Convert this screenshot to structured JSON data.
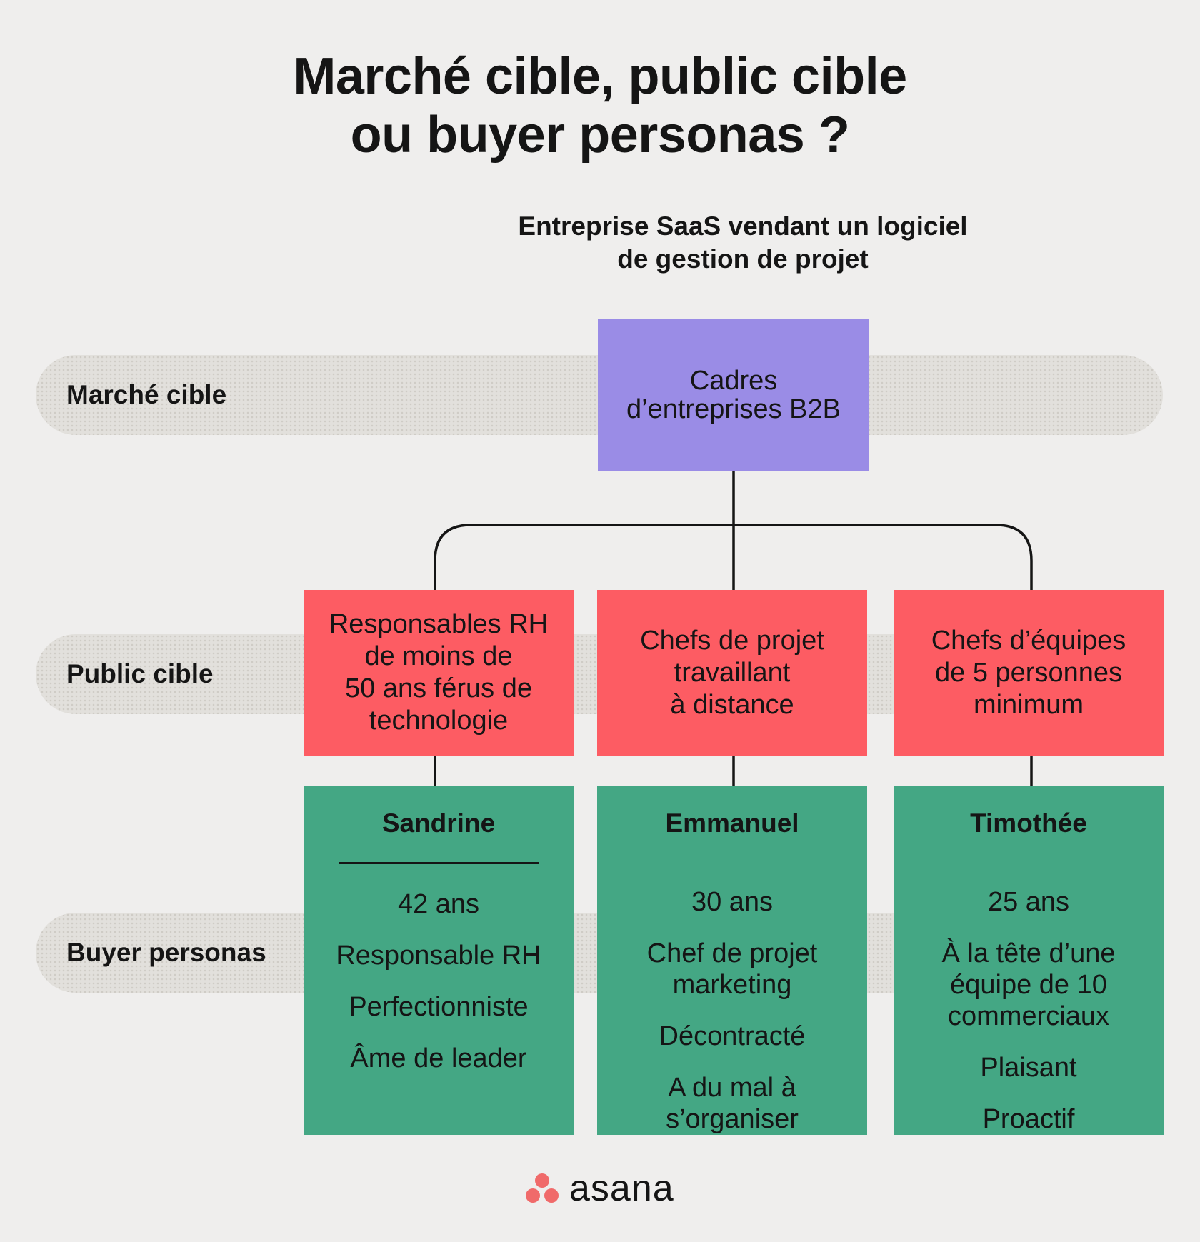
{
  "title": {
    "line1": "Marché cible, public cible",
    "line2": "ou buyer personas ?"
  },
  "subtitle": {
    "line1": "Entreprise SaaS vendant un logiciel",
    "line2": "de gestion de projet"
  },
  "rows": {
    "market": "Marché cible",
    "audience": "Public cible",
    "personas": "Buyer personas"
  },
  "market_box": {
    "line1": "Cadres",
    "line2": "d’entreprises B2B"
  },
  "audiences": [
    {
      "lines": [
        "Responsables RH",
        "de moins de",
        "50 ans férus de",
        "technologie"
      ]
    },
    {
      "lines": [
        "Chefs de projet",
        "travaillant",
        "à distance"
      ]
    },
    {
      "lines": [
        "Chefs d’équipes",
        "de 5 personnes",
        "minimum"
      ]
    }
  ],
  "personas": [
    {
      "name": "Sandrine",
      "traits": [
        "42 ans",
        "Responsable RH",
        "Perfectionniste",
        "Âme de leader"
      ]
    },
    {
      "name": "Emmanuel",
      "traits": [
        "30 ans",
        "Chef de projet marketing",
        "Décontracté",
        "A du mal à s’organiser"
      ]
    },
    {
      "name": "Timothée",
      "traits": [
        "25 ans",
        "À la tête d’une équipe de 10 commerciaux",
        "Plaisant",
        "Proactif"
      ]
    }
  ],
  "logo": {
    "text": "asana"
  },
  "colors": {
    "market": "#9a8ce6",
    "audience": "#fd5c63",
    "persona": "#44a784",
    "logo_dots": "#f06a6a"
  }
}
